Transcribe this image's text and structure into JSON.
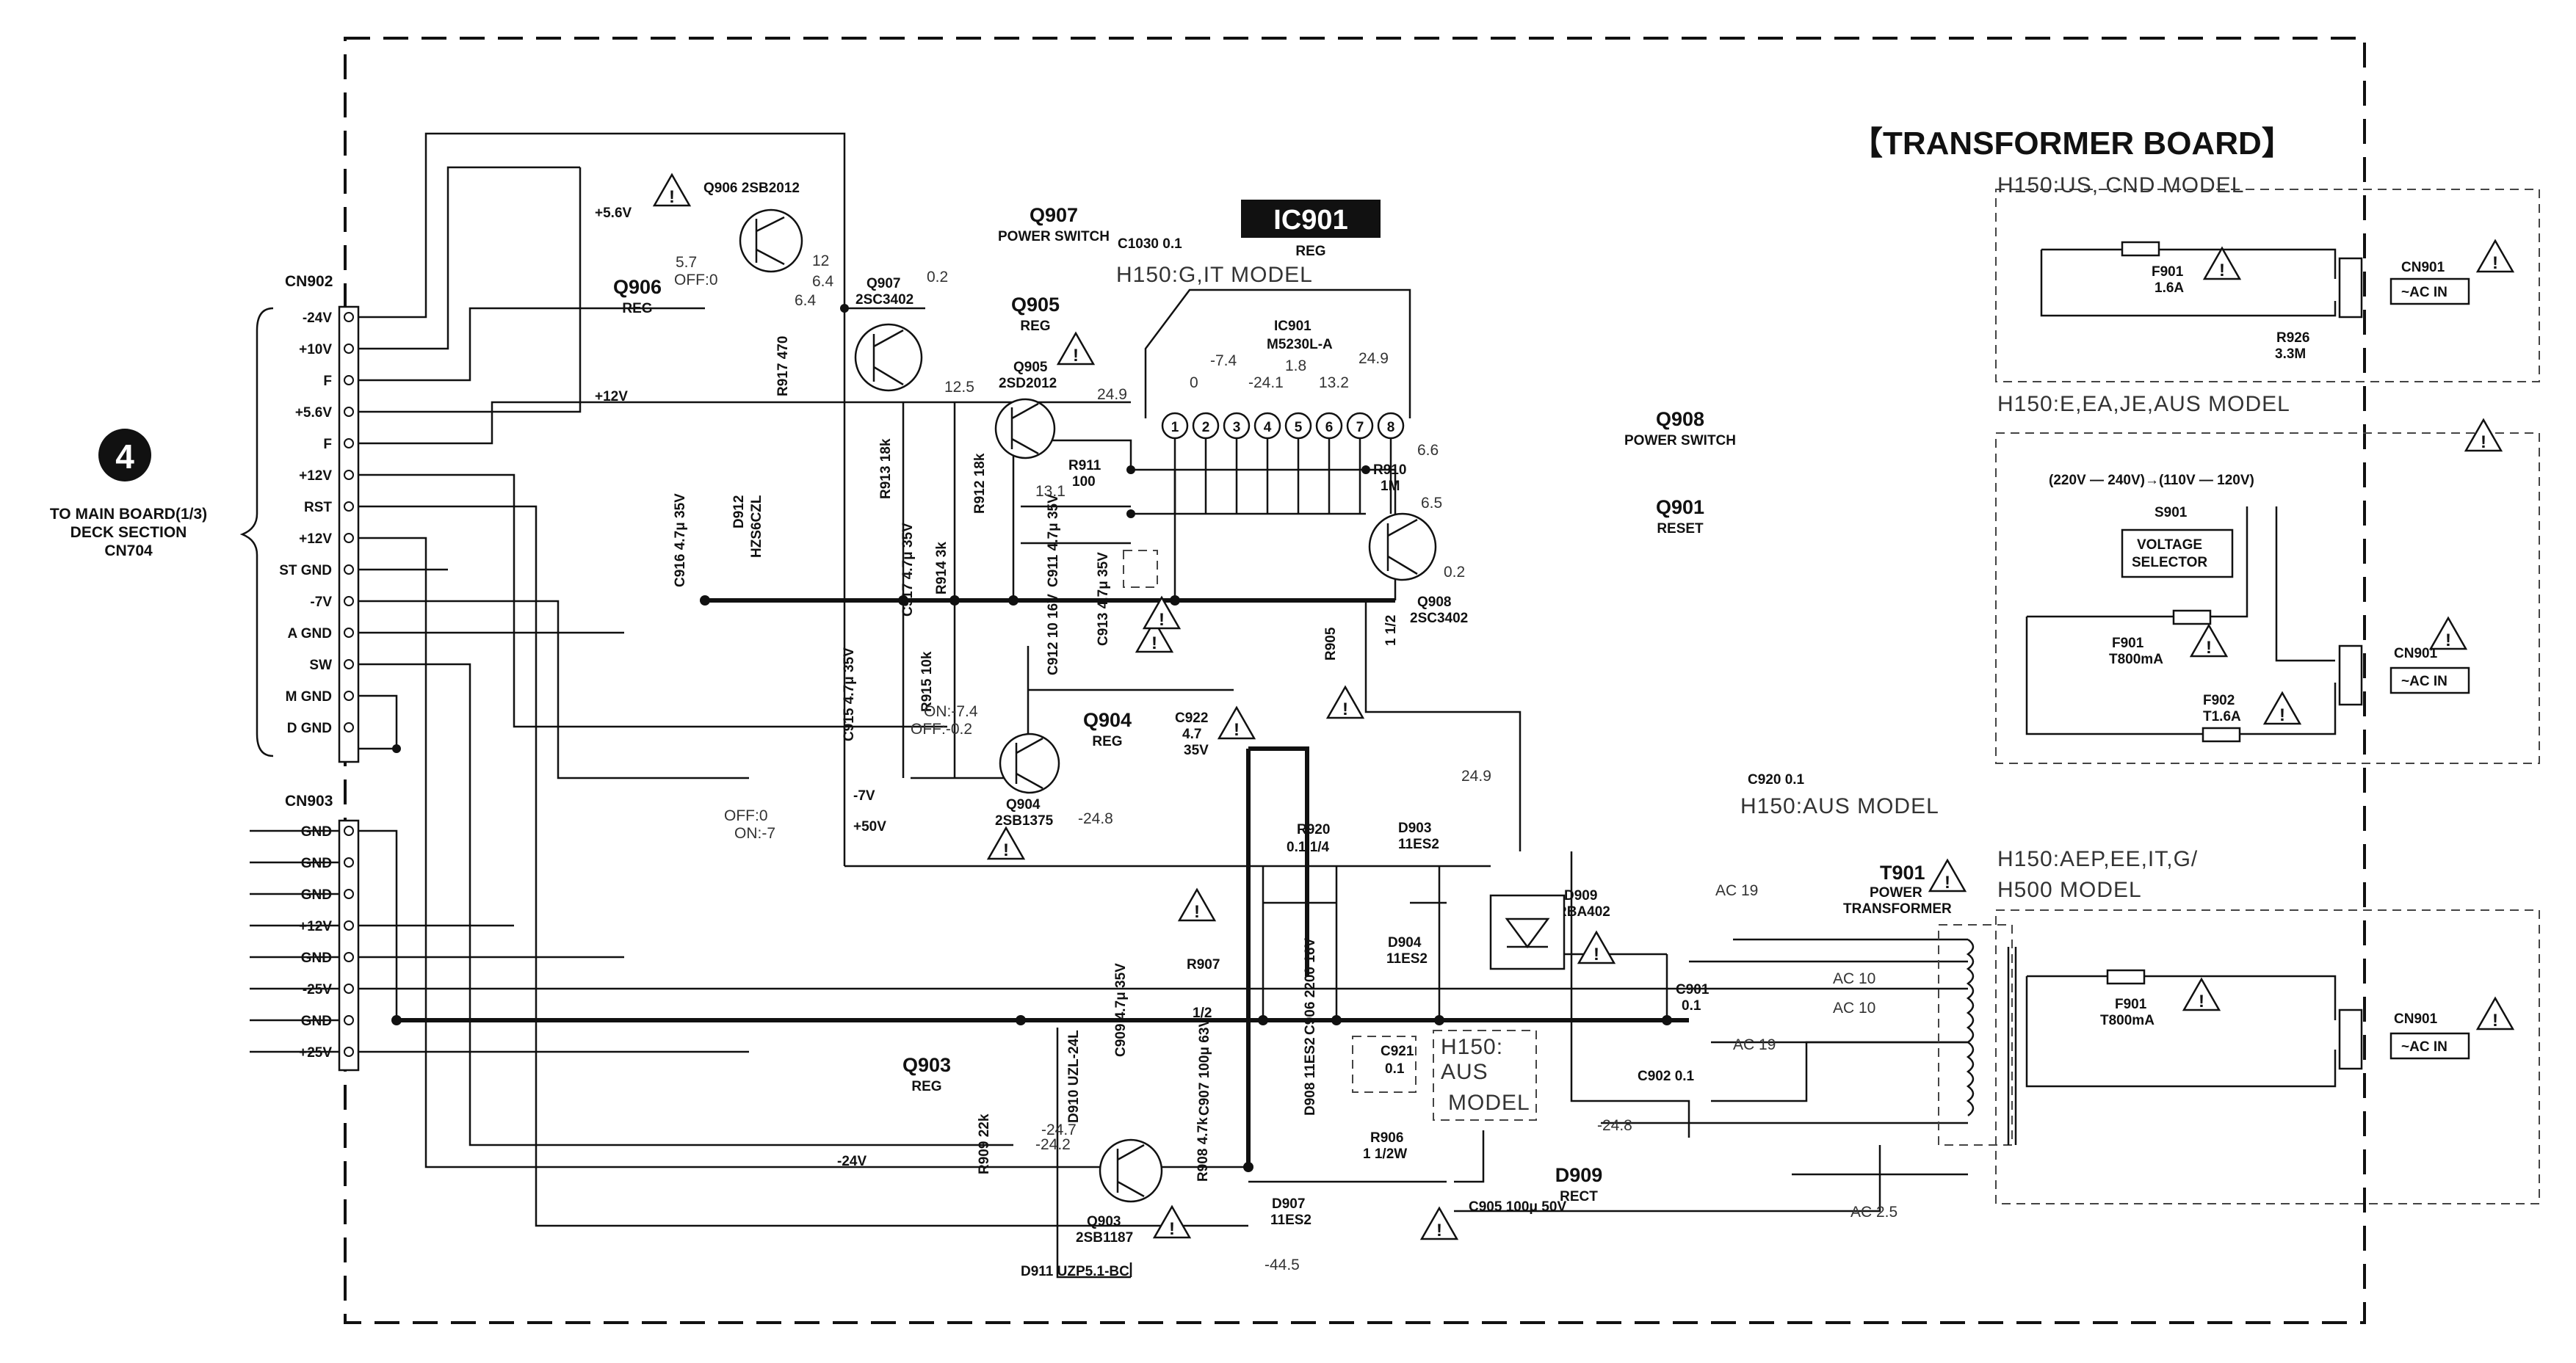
{
  "board_title": "【TRANSFORMER BOARD】",
  "connector_note": {
    "number": "4",
    "line1": "TO MAIN BOARD(1/3)",
    "line2": "DECK  SECTION",
    "line3": "CN704"
  },
  "cn902": {
    "name": "CN902",
    "pins": [
      "-24V",
      "+10V",
      "F",
      "+5.6V",
      "F",
      "+12V",
      "RST",
      "+12V",
      "ST GND",
      "-7V",
      "A GND",
      "SW",
      "M GND",
      "D GND"
    ]
  },
  "cn903": {
    "name": "CN903",
    "pins": [
      "GND",
      "GND",
      "GND",
      "+12V",
      "GND",
      "-25V",
      "GND",
      "+25V"
    ]
  },
  "ic901": {
    "badge": "IC901",
    "function": "REG",
    "part_ref": "IC901",
    "part_no": "M5230L-A",
    "pins": [
      "1",
      "2",
      "3",
      "4",
      "5",
      "6",
      "7",
      "8"
    ],
    "pin_voltages": [
      "0",
      "-7.4",
      "-24.1",
      "1.8",
      "13.2",
      "24.9"
    ]
  },
  "blocks": {
    "q907_name": "Q907",
    "q907_function": "POWER SWITCH",
    "q905_name": "Q905",
    "q905_function": "REG",
    "q906_name": "Q906",
    "q906_function": "REG",
    "q904_name": "Q904",
    "q904_function": "REG",
    "q903_name": "Q903",
    "q903_function": "REG",
    "q908_name": "Q908",
    "q908_function": "POWER SWITCH",
    "q901_name": "Q901",
    "q901_function": "RESET",
    "d909_name": "D909",
    "d909_function": "RECT"
  },
  "components": {
    "q906": "Q906 2SB2012",
    "q907_ref": "Q907",
    "q907_part": "2SC3402",
    "q905_ref": "Q905",
    "q905_part": "2SD2012",
    "q904_ref": "Q904",
    "q904_part": "2SB1375",
    "q903_ref": "Q903",
    "q903_part": "2SB1187",
    "q908_ref": "Q908",
    "q908_part": "2SC3402",
    "r917": "R917 470",
    "d912_ref": "D912",
    "d912_part": "HZS6CZL",
    "c916": "C916 4.7μ 35V",
    "r913": "R913 18k",
    "r912": "R912 18k",
    "r911_ref": "R911",
    "r911_val": "100",
    "r914": "R914 3k",
    "r915": "R915 10k",
    "r910_ref": "R910",
    "r910_val": "1M",
    "c917": "C917 4.7μ 35V",
    "c911": "C911 4.7μ 35V",
    "c912": "C912 10 16V",
    "c913": "C913 4.7μ 35V",
    "c915": "C915 4.7μ 35V",
    "c922_ref": "C922",
    "c922_val1": "4.7",
    "c922_val2": "35V",
    "c1030": "C1030 0.1",
    "r905": "R905",
    "r905_val": "1 1/2",
    "r920_ref": "R920",
    "r920_val": "0.1  1/4",
    "d903_ref": "D903",
    "d903_part": "11ES2",
    "d904_ref": "D904",
    "d904_part": "11ES2",
    "d909_ref": "D909",
    "d909_part": "RBA402",
    "r907_ref": "R907",
    "r907_val": "1/2",
    "c909": "C909 4.7μ 35V",
    "d910": "D910 UZL-24L",
    "c907": "C907 100μ 63V",
    "c906": "C906 2200 16V",
    "d908": "D908 11ES2",
    "c921_ref": "C921",
    "c921_val": "0.1",
    "c920": "C920 0.1",
    "c901_ref": "C901",
    "c901_val": "0.1",
    "c902": "C902 0.1",
    "r909": "R909 22k",
    "r908": "R908 4.7k",
    "d907_ref": "D907",
    "d907_part": "11ES2",
    "r906_ref": "R906",
    "r906_val": "1  1/2W",
    "c905": "C905 100μ 50V",
    "d911": "D911 UZP5.1-BC",
    "t901_ref": "T901",
    "t901_l1": "POWER",
    "t901_l2": "TRANSFORMER"
  },
  "rails": {
    "p56v": "+5.6V",
    "p12v": "+12V",
    "m7v": "-7V",
    "p50v": "+50V",
    "m24v": "-24V"
  },
  "voltages": {
    "v57": "5.7",
    "voff0": "OFF:0",
    "v12": "12",
    "v64a": "6.4",
    "v64b": "6.4",
    "v02a": "0.2",
    "v125": "12.5",
    "v249a": "24.9",
    "v131": "13.1",
    "v66": "6.6",
    "v65": "6.5",
    "v02b": "0.2",
    "on74": "ON:-7.4",
    "off02": "OFF:-0.2",
    "m248a": "-24.8",
    "off0": "OFF:0",
    "onm7": "ON:-7",
    "v249b": "24.9",
    "m247": "-24.7",
    "m242": "-24.2",
    "m445": "-44.5",
    "m248b": "-24.8",
    "ac19a": "AC 19",
    "ac10a": "AC 10",
    "ac10b": "AC 10",
    "ac19b": "AC 19",
    "ac25": "AC 2.5"
  },
  "model_notes": {
    "h150_g_it": "H150:G,IT MODEL",
    "h150_us": "H150:US, CND MODEL",
    "h150_e": "H150:E,EA,JE,AUS MODEL",
    "h150_aus": "H150:AUS MODEL",
    "h150_aep_l1": "H150:AEP,EE,IT,G/",
    "h150_aep_l2": "H500 MODEL",
    "h150_aus_box_l1": "H150:",
    "h150_aus_box_l2": "AUS",
    "h150_aus_box_l3": "MODEL"
  },
  "transformer_board": {
    "us_fuse_ref": "F901",
    "us_fuse_val": "1.6A",
    "us_r926_ref": "R926",
    "us_r926_val": "3.3M",
    "cn901_a": "CN901",
    "ac_in_a": "~AC IN",
    "selector_range": "(220V — 240V)→(110V — 120V)",
    "s901": "S901",
    "voltage_selector_l1": "VOLTAGE",
    "voltage_selector_l2": "SELECTOR",
    "e_f901_ref": "F901",
    "e_f901_val": "T800mA",
    "e_f902_ref": "F902",
    "e_f902_val": "T1.6A",
    "cn901_b": "CN901",
    "ac_in_b": "~AC IN",
    "aep_f901_ref": "F901",
    "aep_f901_val": "T800mA",
    "cn901_c": "CN901",
    "ac_in_c": "~AC IN"
  },
  "warning_symbol": "!"
}
